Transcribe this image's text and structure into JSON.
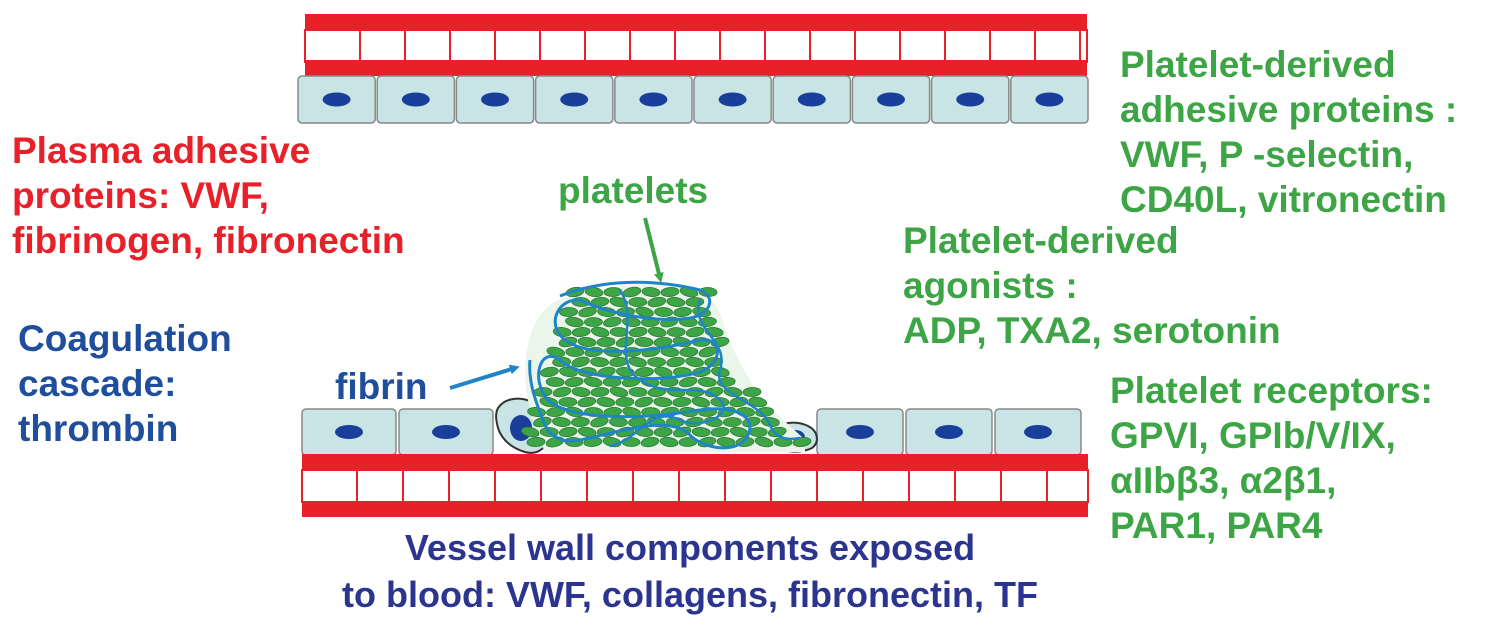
{
  "labels": {
    "plasma": [
      "Plasma adhesive",
      "proteins: VWF,",
      "fibrinogen, fibronectin"
    ],
    "coagulation": [
      "Coagulation",
      "cascade:",
      "thrombin"
    ],
    "platelets": "platelets",
    "fibrin": "fibrin",
    "platelet_adhesive": [
      "Platelet-derived",
      "adhesive proteins :",
      "VWF, P -selectin,",
      "CD40L, vitronectin"
    ],
    "platelet_agonists": [
      "Platelet-derived",
      "agonists :",
      "ADP, TXA2, serotonin"
    ],
    "platelet_receptors": [
      "Platelet receptors:",
      "GPVI, GPIb/V/IX,",
      "αIIbβ3, α2β1,",
      "PAR1, PAR4"
    ],
    "vessel_wall": [
      "Vessel wall components exposed",
      "to blood: VWF, collagens, fibronectin, TF"
    ]
  },
  "colors": {
    "vessel_red": "#e8202a",
    "endothelial_fill": "#c8e4e4",
    "nucleus_blue": "#1a3f9a",
    "platelet_green": "#3ea546",
    "fibrin_blue": "#1f84c8",
    "plasma_text": "#e8202a",
    "platelet_text": "#3ea546",
    "coagulation_text": "#1f4e9c",
    "vessel_text": "#2b3590"
  }
}
